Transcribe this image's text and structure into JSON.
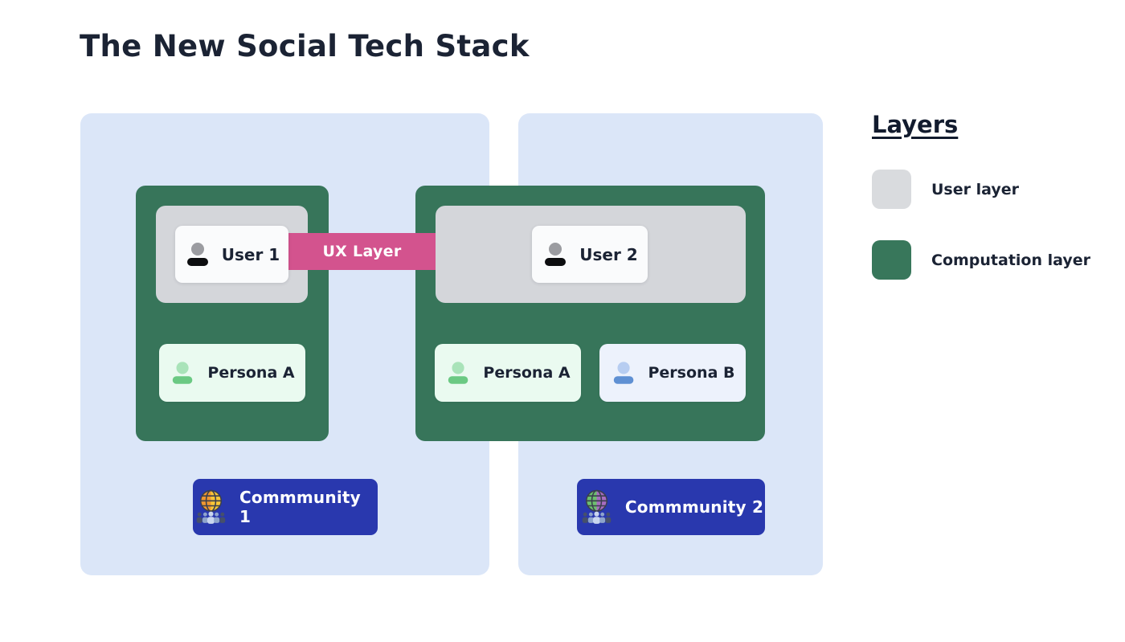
{
  "title": "The New Social Tech Stack",
  "legend": {
    "heading": "Layers",
    "items": [
      {
        "label": "User layer",
        "swatch_color": "#d9dbde"
      },
      {
        "label": "Computation layer",
        "swatch_color": "#38775b"
      }
    ]
  },
  "ux_band": {
    "label": "UX Layer",
    "color": "#d3538e"
  },
  "colors": {
    "background": "#ffffff",
    "title_text": "#1b2334",
    "community_container": "#dbe6f8",
    "computation_layer": "#37755a",
    "user_layer": "#d4d6da",
    "card_bg": "#fafbfc",
    "community_button": "#2938ae"
  },
  "communities": [
    {
      "button_label": "Commmunity 1",
      "globe_icon": "globe-people-icon",
      "globe_left": "#ef9730",
      "globe_right": "#f8c737",
      "user": {
        "label": "User 1",
        "icon": "person-icon",
        "head": "#9b9ca1",
        "body": "#0c0d0f"
      },
      "personas": [
        {
          "label": "Persona A",
          "icon": "person-icon",
          "bg": "#eafaf0",
          "head": "#a9e3b9",
          "body": "#6bc983"
        }
      ]
    },
    {
      "button_label": "Commmunity 2",
      "globe_icon": "globe-people-icon",
      "globe_left": "#6cbf6e",
      "globe_right": "#a76cc0",
      "user": {
        "label": "User 2",
        "icon": "person-icon",
        "head": "#9b9ca1",
        "body": "#0c0d0f"
      },
      "personas": [
        {
          "label": "Persona A",
          "icon": "person-icon",
          "bg": "#eafaf0",
          "head": "#a9e3b9",
          "body": "#6bc983"
        },
        {
          "label": "Persona B",
          "icon": "person-icon",
          "bg": "#edf2fc",
          "head": "#b7cdf1",
          "body": "#5f90d3"
        }
      ]
    }
  ]
}
